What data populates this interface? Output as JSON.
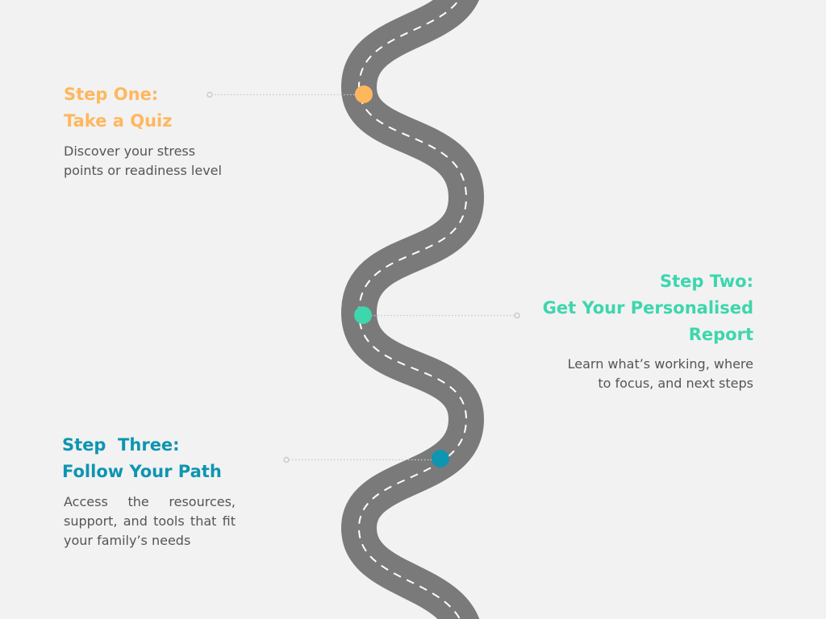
{
  "steps": [
    {
      "heading_line1": "Step One:",
      "heading_line2": "Take a Quiz",
      "description": "Discover your stress points or readiness level",
      "color": "#ffb75e"
    },
    {
      "heading_line1": "Step Two:",
      "heading_line2": "Get Your Personalised",
      "heading_line3": "Report",
      "description_line1": "Learn what’s working, where",
      "description_line2": "to focus, and next steps",
      "color": "#3dd6ad"
    },
    {
      "heading_line1": "Step  Three:",
      "heading_line2": "Follow Your Path",
      "description": "Access the resources, support, and tools that fit your family’s needs",
      "color": "#0e95b1"
    }
  ],
  "road": {
    "color": "#7a7a7a",
    "dash_color": "#ffffff"
  },
  "connector_color": "#c4cbd6",
  "background": "#f2f2f2"
}
